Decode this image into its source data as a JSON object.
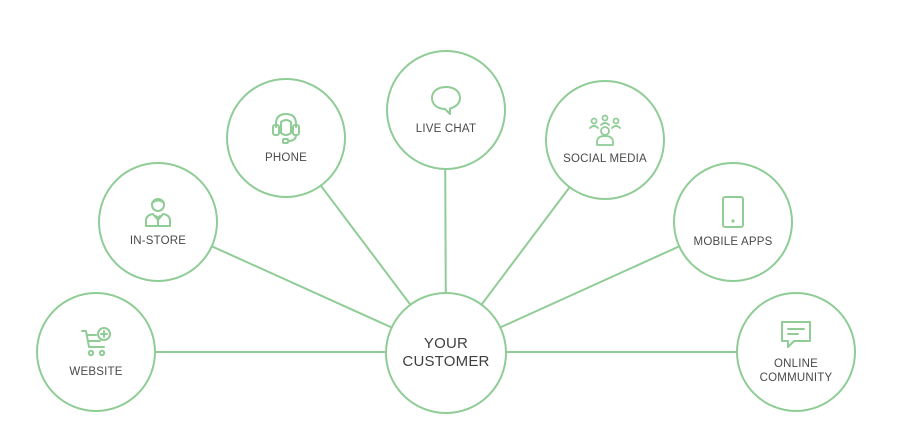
{
  "accent_color": "#8fcc96",
  "center": {
    "label_line1": "YOUR",
    "label_line2": "CUSTOMER"
  },
  "channels": {
    "website": {
      "label": "WEBSITE",
      "icon": "shopping-cart-plus-icon"
    },
    "in_store": {
      "label": "IN-STORE",
      "icon": "store-clerk-icon"
    },
    "phone": {
      "label": "PHONE",
      "icon": "headset-icon"
    },
    "live_chat": {
      "label": "LIVE CHAT",
      "icon": "chat-bubble-icon"
    },
    "social_media": {
      "label": "SOCIAL MEDIA",
      "icon": "people-group-icon"
    },
    "mobile_apps": {
      "label": "MOBILE APPS",
      "icon": "smartphone-icon"
    },
    "online_community": {
      "label_line1": "ONLINE",
      "label_line2": "COMMUNITY",
      "icon": "message-box-icon"
    }
  }
}
